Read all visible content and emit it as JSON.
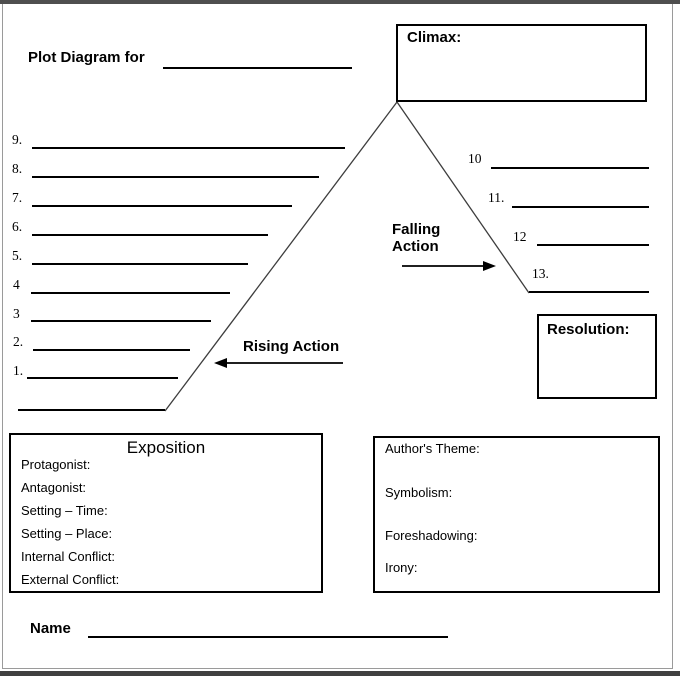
{
  "title": "Plot Diagram for",
  "climax_label": "Climax:",
  "resolution_label": "Resolution:",
  "rising_action_label": "Rising Action",
  "falling_action_label": "Falling\nAction",
  "left_numbers": [
    "9.",
    "8.",
    "7.",
    "6.",
    "5.",
    "4",
    "3",
    "2.",
    "1."
  ],
  "right_numbers": [
    "10",
    "11.",
    "12",
    "13."
  ],
  "exposition": {
    "title": "Exposition",
    "items": [
      "Protagonist:",
      "Antagonist:",
      "Setting – Time:",
      "Setting – Place:",
      "Internal Conflict:",
      "External Conflict:"
    ]
  },
  "theme_box": {
    "items": [
      "Author's Theme:",
      "Symbolism:",
      "Foreshadowing:",
      "Irony:"
    ]
  },
  "name_label": "Name",
  "colors": {
    "ink": "#000000",
    "page_border": "#9a9a9a",
    "top_bar": "#4f4f4f",
    "bottom_bar": "#404040"
  }
}
